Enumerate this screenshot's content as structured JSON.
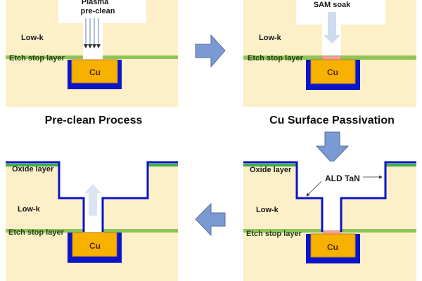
{
  "colors": {
    "lowk": "#fdefc8",
    "etch_stop": "#8dc456",
    "oxide": "#3cae4a",
    "barrier": "#0a14c8",
    "cu": "#f7b100",
    "arrow": "#7b9ad4",
    "pink": "#f2a0a0"
  },
  "panels": [
    {
      "title": "Pre-clean Process",
      "process_label_1": "Plasma",
      "process_label_2": "pre-clean",
      "lowk": "Low-k",
      "etch_stop": "Etch stop layer",
      "cu": "Cu"
    },
    {
      "title": "Cu Surface Passivation",
      "process_label": "SAM soak",
      "lowk": "Low-k",
      "etch_stop": "Etch stop layer",
      "cu": "Cu"
    },
    {
      "oxide": "Oxide layer",
      "lowk": "Low-k",
      "etch_stop": "Etch stop layer",
      "cu": "Cu"
    },
    {
      "oxide": "Oxide layer",
      "ald": "ALD TaN",
      "lowk": "Low-k",
      "etch_stop": "Etch stop layer",
      "cu": "Cu"
    }
  ],
  "flow_arrows": [
    "right-arrow",
    "down-arrow",
    "left-arrow"
  ]
}
